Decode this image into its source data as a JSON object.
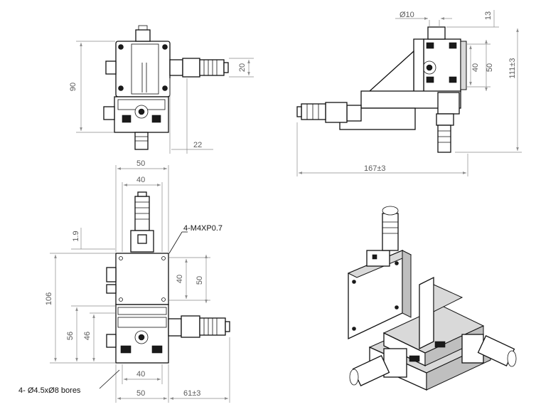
{
  "dimensions": {
    "front_top_width": "20",
    "front_height": "90",
    "front_right_offset": "22",
    "side_diameter": "Ø10",
    "side_top": "13",
    "side_inner": "40",
    "side_outer": "50",
    "side_total_height": "111±3",
    "side_total_width": "167±3",
    "plan_width_50": "50",
    "plan_width_40": "40",
    "plan_thickness": "1.9",
    "plan_height": "106",
    "plan_lower_56": "56",
    "plan_lower_46": "46",
    "plan_right_40": "40",
    "plan_right_50": "50",
    "plan_bottom_40": "40",
    "plan_bottom_50": "50",
    "plan_travel": "61±3"
  },
  "annotations": {
    "thread": "4-M4XP0.7",
    "bores": "4- Ø4.5xØ8 bores"
  },
  "colors": {
    "line": "#111111",
    "dimension": "#8a8a8a",
    "dimension_text": "#5a5a5a"
  }
}
